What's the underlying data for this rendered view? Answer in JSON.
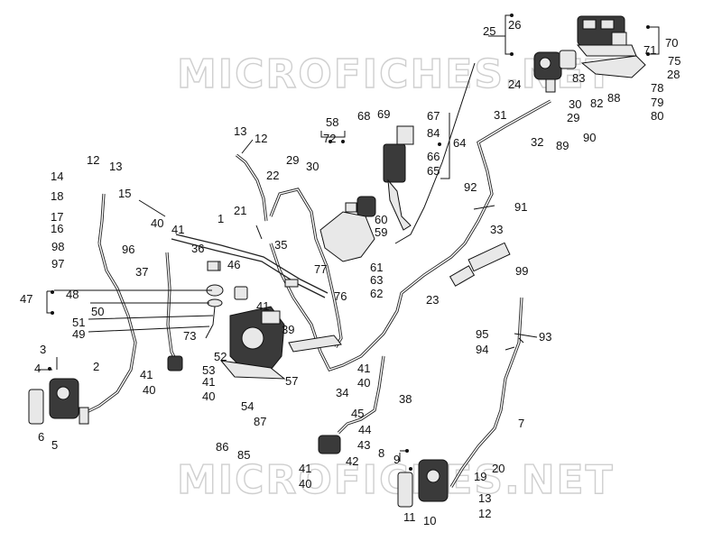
{
  "watermark": {
    "text": "MICROFICHES.NET"
  },
  "labels": [
    {
      "id": "l1",
      "text": "1"
    },
    {
      "id": "l2",
      "text": "2"
    },
    {
      "id": "l3",
      "text": "3"
    },
    {
      "id": "l4",
      "text": "4"
    },
    {
      "id": "l5",
      "text": "5"
    },
    {
      "id": "l6",
      "text": "6"
    },
    {
      "id": "l7",
      "text": "7"
    },
    {
      "id": "l8",
      "text": "8"
    },
    {
      "id": "l9",
      "text": "9"
    },
    {
      "id": "l10",
      "text": "10"
    },
    {
      "id": "l11",
      "text": "11"
    },
    {
      "id": "l12a",
      "text": "12"
    },
    {
      "id": "l12b",
      "text": "12"
    },
    {
      "id": "l12c",
      "text": "12"
    },
    {
      "id": "l13a",
      "text": "13"
    },
    {
      "id": "l13b",
      "text": "13"
    },
    {
      "id": "l13c",
      "text": "13"
    },
    {
      "id": "l14",
      "text": "14"
    },
    {
      "id": "l15",
      "text": "15"
    },
    {
      "id": "l16",
      "text": "16"
    },
    {
      "id": "l17",
      "text": "17"
    },
    {
      "id": "l18",
      "text": "18"
    },
    {
      "id": "l19",
      "text": "19"
    },
    {
      "id": "l20",
      "text": "20"
    },
    {
      "id": "l21",
      "text": "21"
    },
    {
      "id": "l22",
      "text": "22"
    },
    {
      "id": "l23",
      "text": "23"
    },
    {
      "id": "l24",
      "text": "24"
    },
    {
      "id": "l25",
      "text": "25"
    },
    {
      "id": "l26",
      "text": "26"
    },
    {
      "id": "l28",
      "text": "28"
    },
    {
      "id": "l29a",
      "text": "29"
    },
    {
      "id": "l29b",
      "text": "29"
    },
    {
      "id": "l30a",
      "text": "30"
    },
    {
      "id": "l30b",
      "text": "30"
    },
    {
      "id": "l31",
      "text": "31"
    },
    {
      "id": "l32",
      "text": "32"
    },
    {
      "id": "l33",
      "text": "33"
    },
    {
      "id": "l34",
      "text": "34"
    },
    {
      "id": "l35",
      "text": "35"
    },
    {
      "id": "l36",
      "text": "36"
    },
    {
      "id": "l37",
      "text": "37"
    },
    {
      "id": "l38",
      "text": "38"
    },
    {
      "id": "l39",
      "text": "39"
    },
    {
      "id": "l40a",
      "text": "40"
    },
    {
      "id": "l40b",
      "text": "40"
    },
    {
      "id": "l40c",
      "text": "40"
    },
    {
      "id": "l40d",
      "text": "40"
    },
    {
      "id": "l40e",
      "text": "40"
    },
    {
      "id": "l41a",
      "text": "41"
    },
    {
      "id": "l41b",
      "text": "41"
    },
    {
      "id": "l41c",
      "text": "41"
    },
    {
      "id": "l41d",
      "text": "41"
    },
    {
      "id": "l41e",
      "text": "41"
    },
    {
      "id": "l41f",
      "text": "41"
    },
    {
      "id": "l42",
      "text": "42"
    },
    {
      "id": "l43",
      "text": "43"
    },
    {
      "id": "l44",
      "text": "44"
    },
    {
      "id": "l45",
      "text": "45"
    },
    {
      "id": "l46",
      "text": "46"
    },
    {
      "id": "l47",
      "text": "47"
    },
    {
      "id": "l48",
      "text": "48"
    },
    {
      "id": "l49",
      "text": "49"
    },
    {
      "id": "l50",
      "text": "50"
    },
    {
      "id": "l51",
      "text": "51"
    },
    {
      "id": "l52",
      "text": "52"
    },
    {
      "id": "l53",
      "text": "53"
    },
    {
      "id": "l54",
      "text": "54"
    },
    {
      "id": "l57",
      "text": "57"
    },
    {
      "id": "l58",
      "text": "58"
    },
    {
      "id": "l59",
      "text": "59"
    },
    {
      "id": "l60",
      "text": "60"
    },
    {
      "id": "l61",
      "text": "61"
    },
    {
      "id": "l62",
      "text": "62"
    },
    {
      "id": "l63",
      "text": "63"
    },
    {
      "id": "l64",
      "text": "64"
    },
    {
      "id": "l65",
      "text": "65"
    },
    {
      "id": "l66",
      "text": "66"
    },
    {
      "id": "l67",
      "text": "67"
    },
    {
      "id": "l68",
      "text": "68"
    },
    {
      "id": "l69",
      "text": "69"
    },
    {
      "id": "l70",
      "text": "70"
    },
    {
      "id": "l71",
      "text": "71"
    },
    {
      "id": "l72",
      "text": "72"
    },
    {
      "id": "l73",
      "text": "73"
    },
    {
      "id": "l75",
      "text": "75"
    },
    {
      "id": "l76",
      "text": "76"
    },
    {
      "id": "l77",
      "text": "77"
    },
    {
      "id": "l78",
      "text": "78"
    },
    {
      "id": "l79",
      "text": "79"
    },
    {
      "id": "l80",
      "text": "80"
    },
    {
      "id": "l82",
      "text": "82"
    },
    {
      "id": "l83",
      "text": "83"
    },
    {
      "id": "l84",
      "text": "84"
    },
    {
      "id": "l85",
      "text": "85"
    },
    {
      "id": "l86",
      "text": "86"
    },
    {
      "id": "l87",
      "text": "87"
    },
    {
      "id": "l88",
      "text": "88"
    },
    {
      "id": "l89",
      "text": "89"
    },
    {
      "id": "l90",
      "text": "90"
    },
    {
      "id": "l91",
      "text": "91"
    },
    {
      "id": "l92",
      "text": "92"
    },
    {
      "id": "l93",
      "text": "93"
    },
    {
      "id": "l94",
      "text": "94"
    },
    {
      "id": "l95",
      "text": "95"
    },
    {
      "id": "l96",
      "text": "96"
    },
    {
      "id": "l97",
      "text": "97"
    },
    {
      "id": "l98",
      "text": "98"
    },
    {
      "id": "l99",
      "text": "99"
    }
  ]
}
